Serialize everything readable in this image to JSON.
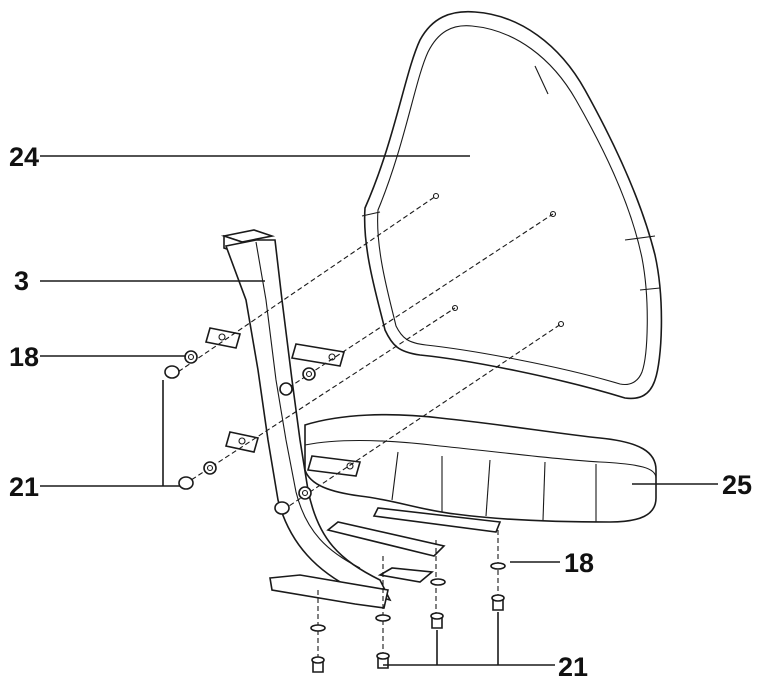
{
  "callouts": {
    "back_pad": "24",
    "seat_frame": "3",
    "washer_upper": "18",
    "bolts_left": "21",
    "seat_cushion": "25",
    "washer_lower": "18",
    "bolts_bottom": "21"
  }
}
